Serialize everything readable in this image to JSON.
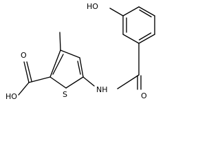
{
  "diagram": {
    "type": "chemical-structure",
    "labels": {
      "hydroxyl_phenol": "HO",
      "hydroxyl_acid": "HO",
      "carbonyl_acid_oxygen": "O",
      "carbonyl_amide_oxygen": "O",
      "ring_sulfur": "S",
      "amide_nitrogen": "NH"
    }
  }
}
